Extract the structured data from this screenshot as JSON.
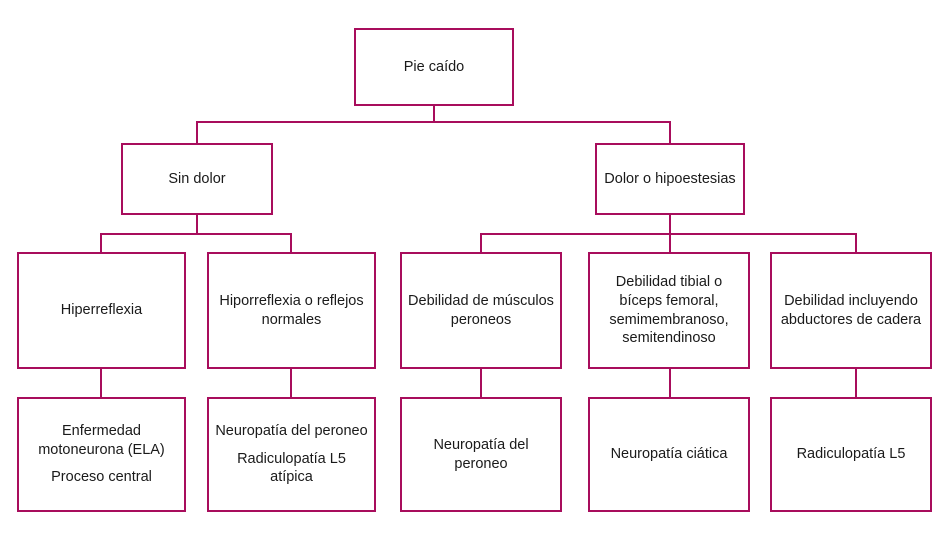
{
  "diagram": {
    "title_node": {
      "label": "Pie caído"
    },
    "colors": {
      "border": "#A80D5C",
      "connector": "#A80D5C",
      "text": "#1a1a1a",
      "background": "#ffffff"
    },
    "level2": [
      {
        "label": "Sin dolor"
      },
      {
        "label": "Dolor o hipoestesias"
      }
    ],
    "level3": [
      {
        "label": "Hiperreflexia"
      },
      {
        "label": "Hiporreflexia o reflejos normales"
      },
      {
        "label": "Debilidad de músculos peroneos"
      },
      {
        "label": "Debilidad tibial o bíceps femoral, semimembranoso, semitendinoso"
      },
      {
        "label": "Debilidad incluyendo abductores de cadera"
      }
    ],
    "level4": [
      {
        "line1": "Enfermedad motoneurona (ELA)",
        "line2": "Proceso central"
      },
      {
        "line1": "Neuropatía del peroneo",
        "line2": "Radiculopatía L5 atípica"
      },
      {
        "line1": "Neuropatía del peroneo",
        "line2": ""
      },
      {
        "line1": "Neuropatía ciática",
        "line2": ""
      },
      {
        "line1": "Radiculopatía L5",
        "line2": ""
      }
    ]
  }
}
